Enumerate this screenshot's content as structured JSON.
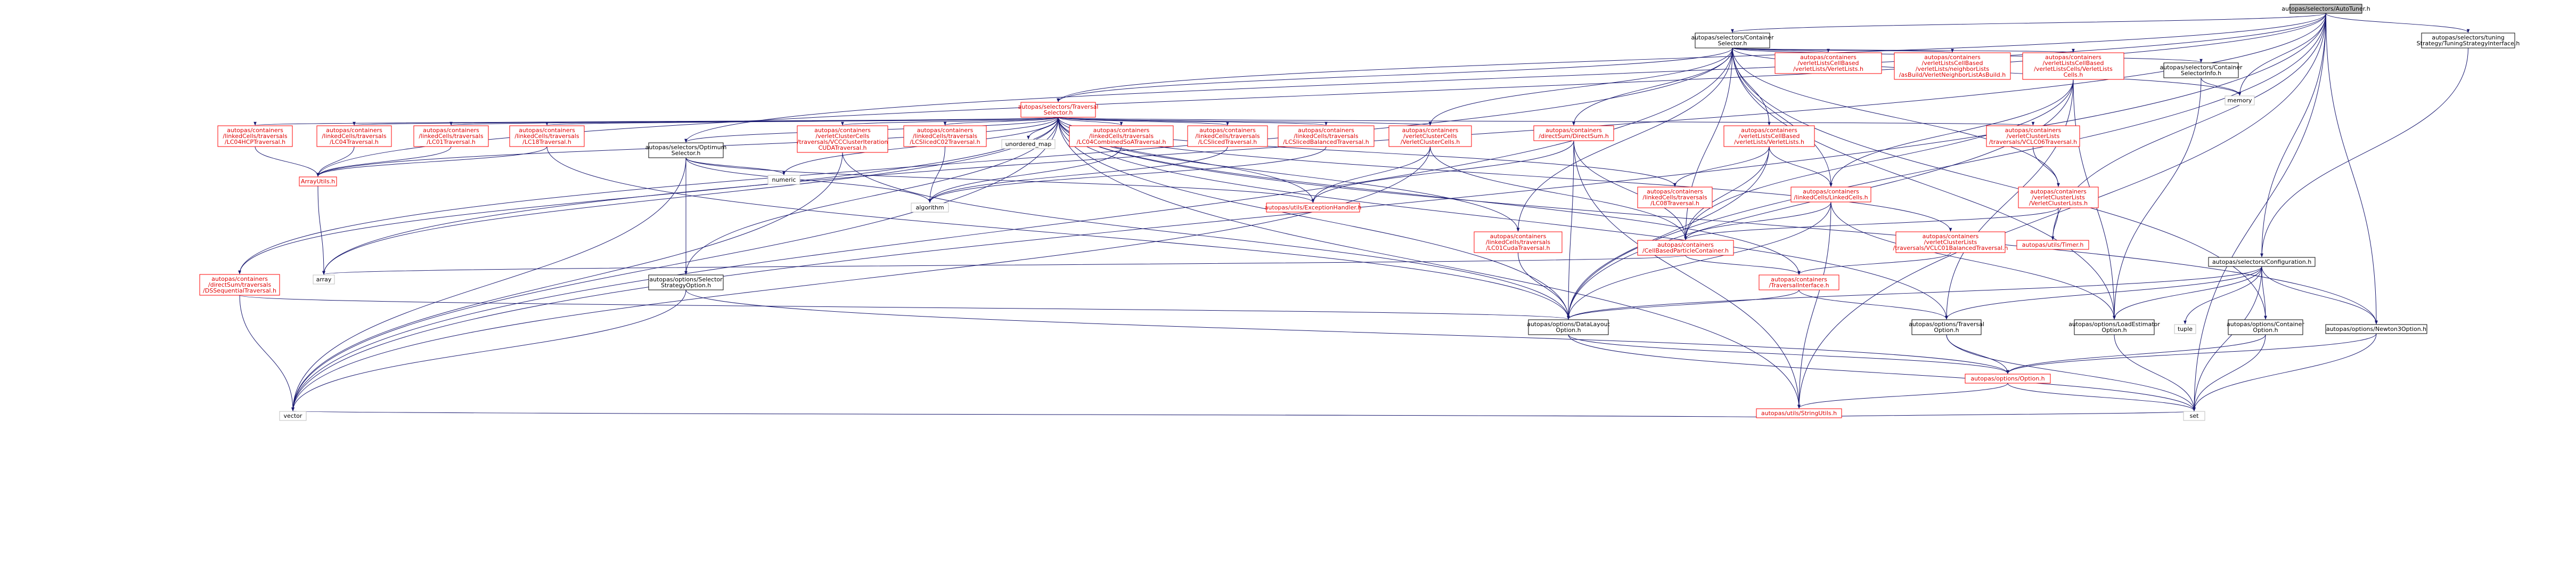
{
  "colors": {
    "edge": "#191970",
    "box_default": "#000000",
    "box_missing": "#ff0000",
    "text_missing": "#e00000",
    "root_fill": "#bfbfbf"
  },
  "nodes": [
    {
      "id": "root",
      "lines": [
        "autopas/selectors/AutoTuner.h"
      ],
      "kind": "root"
    },
    {
      "id": "cs",
      "lines": [
        "autopas/selectors/Container",
        "Selector.h"
      ],
      "kind": "link"
    },
    {
      "id": "strat",
      "lines": [
        "autopas/selectors/tuning",
        "Strategy/TuningStrategyInterface.h"
      ],
      "kind": "link"
    },
    {
      "id": "vlvl",
      "lines": [
        "autopas/containers",
        "/verletListsCellBased",
        "/verletLists/VerletLists.h"
      ],
      "kind": "missing"
    },
    {
      "id": "vlasb",
      "lines": [
        "autopas/containers",
        "/verletListsCellBased",
        "/verletLists/neighborLists",
        "/asBuild/VerletNeighborListAsBuild.h"
      ],
      "kind": "missing"
    },
    {
      "id": "vlc",
      "lines": [
        "autopas/containers",
        "/verletListsCellBased",
        "/verletListsCells/VerletLists",
        "Cells.h"
      ],
      "kind": "missing"
    },
    {
      "id": "csi",
      "lines": [
        "autopas/selectors/Container",
        "SelectorInfo.h"
      ],
      "kind": "link"
    },
    {
      "id": "memory",
      "lines": [
        "memory"
      ],
      "kind": "plain"
    },
    {
      "id": "ts",
      "lines": [
        "autopas/selectors/Traversal",
        "Selector.h"
      ],
      "kind": "missing"
    },
    {
      "id": "c04hcp",
      "lines": [
        "autopas/containers",
        "/linkedCells/traversals",
        "/LC04HCPTraversal.h"
      ],
      "kind": "missing"
    },
    {
      "id": "c04",
      "lines": [
        "autopas/containers",
        "/linkedCells/traversals",
        "/LC04Traversal.h"
      ],
      "kind": "missing"
    },
    {
      "id": "c01",
      "lines": [
        "autopas/containers",
        "/linkedCells/traversals",
        "/LC01Traversal.h"
      ],
      "kind": "missing"
    },
    {
      "id": "c18",
      "lines": [
        "autopas/containers",
        "/linkedCells/traversals",
        "/LC18Traversal.h"
      ],
      "kind": "missing"
    },
    {
      "id": "opt",
      "lines": [
        "autopas/selectors/Optimum",
        "Selector.h"
      ],
      "kind": "link"
    },
    {
      "id": "vcccuda",
      "lines": [
        "autopas/containers",
        "/verletClusterCells",
        "/traversals/VCCClusterIteration",
        "CUDATraversal.h"
      ],
      "kind": "missing"
    },
    {
      "id": "c08sliced",
      "lines": [
        "autopas/containers",
        "/linkedCells/traversals",
        "/LCSlicedC02Traversal.h"
      ],
      "kind": "missing"
    },
    {
      "id": "umap",
      "lines": [
        "unordered_map"
      ],
      "kind": "plain"
    },
    {
      "id": "c04soa",
      "lines": [
        "autopas/containers",
        "/linkedCells/traversals",
        "/LC04CombinedSoATraversal.h"
      ],
      "kind": "missing"
    },
    {
      "id": "slicedt",
      "lines": [
        "autopas/containers",
        "/linkedCells/traversals",
        "/LCSlicedTraversal.h"
      ],
      "kind": "missing"
    },
    {
      "id": "slicedbal",
      "lines": [
        "autopas/containers",
        "/linkedCells/traversals",
        "/LCSlicedBalancedTraversal.h"
      ],
      "kind": "missing"
    },
    {
      "id": "vccc",
      "lines": [
        "autopas/containers",
        "/verletClusterCells",
        "/VerletClusterCells.h"
      ],
      "kind": "missing"
    },
    {
      "id": "ds",
      "lines": [
        "autopas/containers",
        "/directSum/DirectSum.h"
      ],
      "kind": "missing"
    },
    {
      "id": "vllists",
      "lines": [
        "autopas/containers",
        "/verletListsCellBased",
        "/verletLists/VerletLists.h"
      ],
      "kind": "missing"
    },
    {
      "id": "vcl06",
      "lines": [
        "autopas/containers",
        "/verletClusterLists",
        "/traversals/VCLC06Traversal.h"
      ],
      "kind": "missing"
    },
    {
      "id": "arrayutils",
      "lines": [
        "ArrayUtils.h"
      ],
      "kind": "missing"
    },
    {
      "id": "numeric",
      "lines": [
        "numeric"
      ],
      "kind": "plain"
    },
    {
      "id": "algorithm",
      "lines": [
        "algorithm"
      ],
      "kind": "plain"
    },
    {
      "id": "exch",
      "lines": [
        "autopas/utils/ExceptionHandler.h"
      ],
      "kind": "missing"
    },
    {
      "id": "c08",
      "lines": [
        "autopas/containers",
        "/linkedCells/traversals",
        "/LC08Traversal.h"
      ],
      "kind": "missing"
    },
    {
      "id": "lc",
      "lines": [
        "autopas/containers",
        "/linkedCells/LinkedCells.h"
      ],
      "kind": "missing"
    },
    {
      "id": "vcl",
      "lines": [
        "autopas/containers",
        "/verletClusterLists",
        "/VerletClusterLists.h"
      ],
      "kind": "missing"
    },
    {
      "id": "c01cuda",
      "lines": [
        "autopas/containers",
        "/linkedCells/traversals",
        "/LC01CudaTraversal.h"
      ],
      "kind": "missing"
    },
    {
      "id": "cbpc",
      "lines": [
        "autopas/containers",
        "/CellBasedParticleContainer.h"
      ],
      "kind": "missing"
    },
    {
      "id": "vclbal",
      "lines": [
        "autopas/containers",
        "/verletClusterLists",
        "/traversals/VCLC01BalancedTraversal.h"
      ],
      "kind": "missing"
    },
    {
      "id": "timer",
      "lines": [
        "autopas/utils/Timer.h"
      ],
      "kind": "missing"
    },
    {
      "id": "dsseq",
      "lines": [
        "autopas/containers",
        "/directSum/traversals",
        "/DSSequentialTraversal.h"
      ],
      "kind": "missing"
    },
    {
      "id": "array",
      "lines": [
        "array"
      ],
      "kind": "plain"
    },
    {
      "id": "ssopt",
      "lines": [
        "autopas/options/Selector",
        "StrategyOption.h"
      ],
      "kind": "link"
    },
    {
      "id": "tiface",
      "lines": [
        "autopas/containers",
        "/TraversalInterface.h"
      ],
      "kind": "missing"
    },
    {
      "id": "config",
      "lines": [
        "autopas/selectors/Configuration.h"
      ],
      "kind": "link"
    },
    {
      "id": "dlopt",
      "lines": [
        "autopas/options/DataLayout",
        "Option.h"
      ],
      "kind": "link"
    },
    {
      "id": "travopt",
      "lines": [
        "autopas/options/Traversal",
        "Option.h"
      ],
      "kind": "link"
    },
    {
      "id": "leopt",
      "lines": [
        "autopas/options/LoadEstimator",
        "Option.h"
      ],
      "kind": "link"
    },
    {
      "id": "tuple",
      "lines": [
        "tuple"
      ],
      "kind": "plain"
    },
    {
      "id": "contopt",
      "lines": [
        "autopas/options/Container",
        "Option.h"
      ],
      "kind": "link"
    },
    {
      "id": "n3opt",
      "lines": [
        "autopas/options/Newton3Option.h"
      ],
      "kind": "link"
    },
    {
      "id": "option",
      "lines": [
        "autopas/options/Option.h"
      ],
      "kind": "missing"
    },
    {
      "id": "strutils",
      "lines": [
        "autopas/utils/StringUtils.h"
      ],
      "kind": "missing"
    },
    {
      "id": "vector",
      "lines": [
        "vector"
      ],
      "kind": "plain"
    },
    {
      "id": "set",
      "lines": [
        "set"
      ],
      "kind": "plain"
    }
  ]
}
